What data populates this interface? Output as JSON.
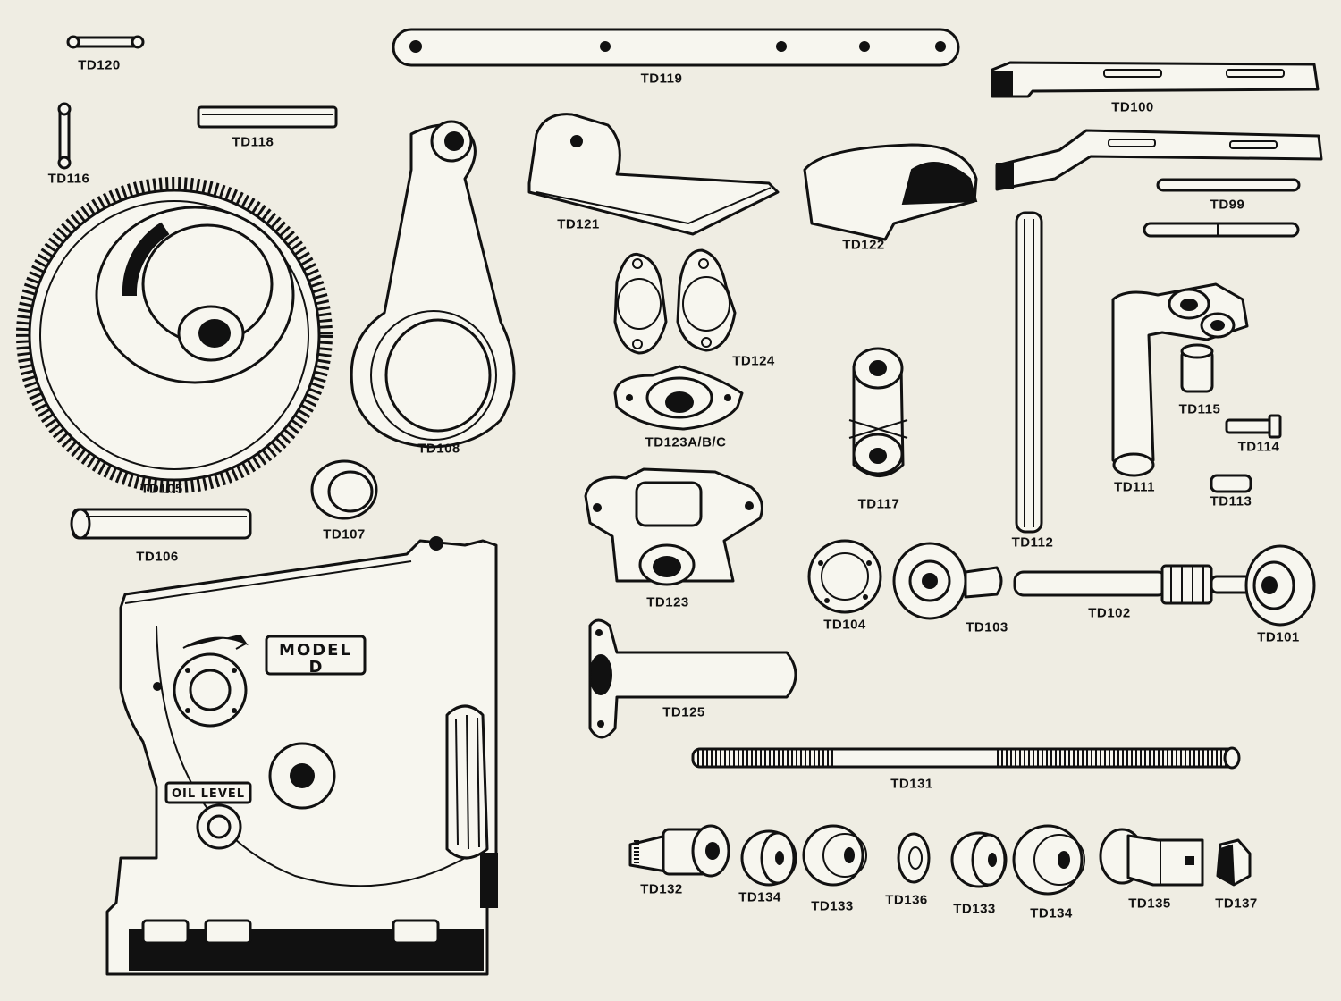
{
  "parts": {
    "td99": "TD99",
    "td100": "TD100",
    "td101": "TD101",
    "td102": "TD102",
    "td103": "TD103",
    "td104": "TD104",
    "td105": "TD105",
    "td106": "TD106",
    "td107": "TD107",
    "td108": "TD108",
    "td111": "TD111",
    "td112": "TD112",
    "td113": "TD113",
    "td114": "TD114",
    "td115": "TD115",
    "td116": "TD116",
    "td117": "TD117",
    "td118": "TD118",
    "td119": "TD119",
    "td120": "TD120",
    "td121": "TD121",
    "td122": "TD122",
    "td123abc": "TD123A/B/C",
    "td123": "TD123",
    "td124": "TD124",
    "td125": "TD125",
    "td131": "TD131",
    "td132": "TD132",
    "td133a": "TD133",
    "td133b": "TD133",
    "td134a": "TD134",
    "td134b": "TD134",
    "td135": "TD135",
    "td136": "TD136",
    "td137": "TD137"
  },
  "gearbox": {
    "model_line1": "MODEL",
    "model_line2": "D",
    "oil_level": "OIL LEVEL"
  },
  "colors": {
    "paper": "#efede3",
    "ink": "#111111"
  }
}
